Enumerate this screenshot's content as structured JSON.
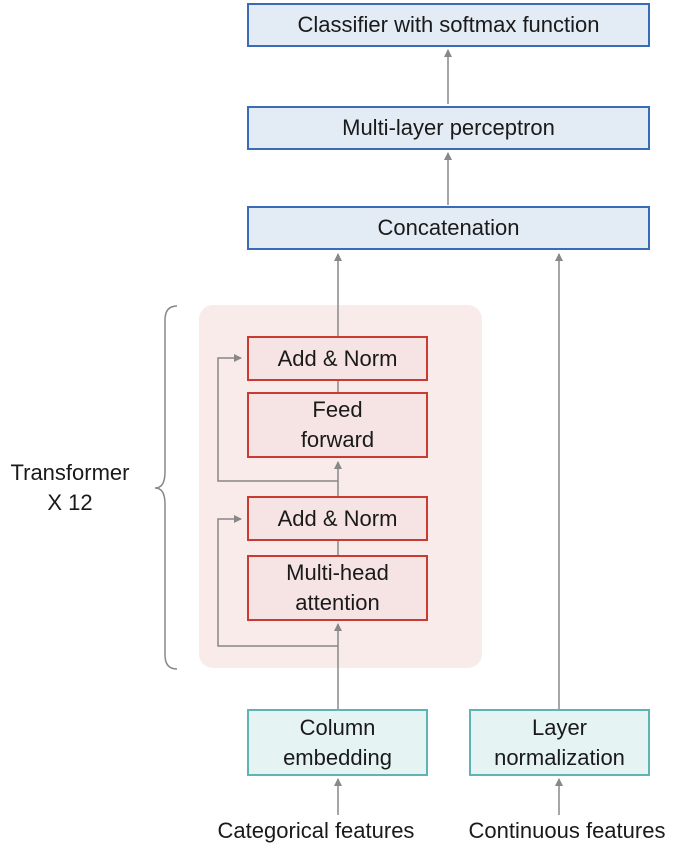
{
  "diagram": {
    "classifier": "Classifier with softmax function",
    "mlp": "Multi-layer perceptron",
    "concat": "Concatenation",
    "transformer_label_line1": "Transformer",
    "transformer_label_line2": "X 12",
    "add_norm_top": "Add & Norm",
    "feed_forward_line1": "Feed",
    "feed_forward_line2": "forward",
    "add_norm_bottom": "Add & Norm",
    "mha_line1": "Multi-head",
    "mha_line2": "attention",
    "column_embedding_line1": "Column",
    "column_embedding_line2": "embedding",
    "layer_norm_line1": "Layer",
    "layer_norm_line2": "normalization",
    "input_categorical": "Categorical features",
    "input_continuous": "Continuous features"
  },
  "colors": {
    "blue_border": "#3a6cb5",
    "blue_fill": "#e3ebf5",
    "red_border": "#c83a32",
    "red_fill": "#f6e3e3",
    "teal_border": "#5fb3b3",
    "teal_fill": "#e6f3f3",
    "panel_fill": "#f9ebea",
    "arrow": "#888888"
  }
}
